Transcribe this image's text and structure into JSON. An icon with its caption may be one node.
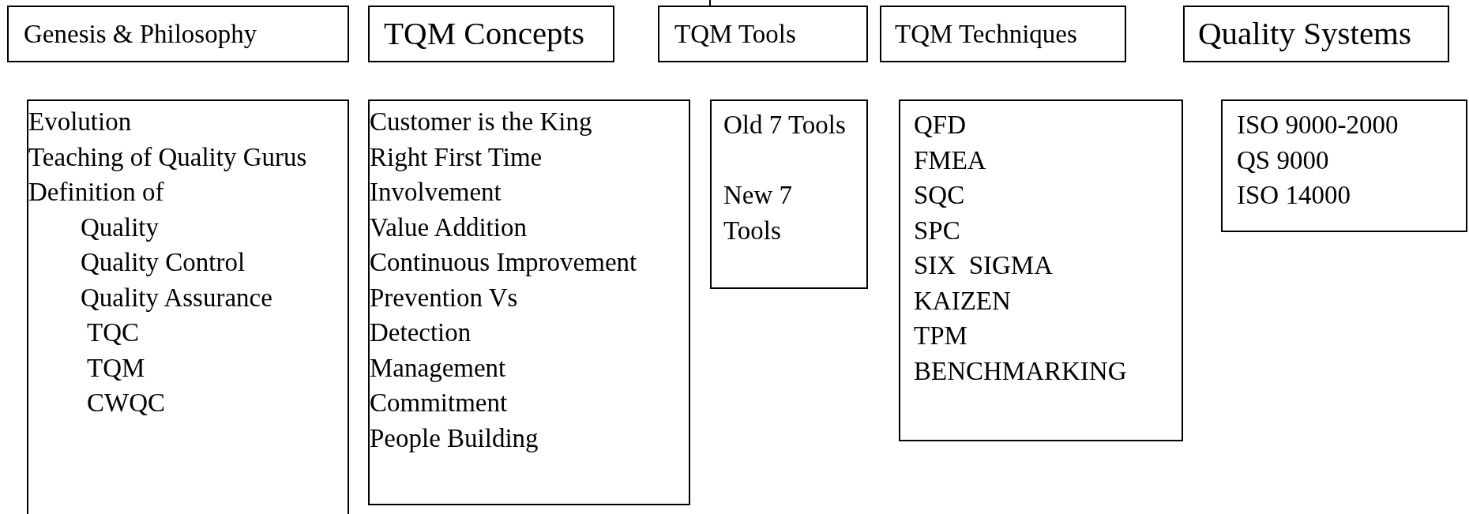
{
  "diagram": {
    "nodes": [
      {
        "text": [
          "Genesis & Philosophy"
        ]
      },
      {
        "text": [
          "TQM Concepts"
        ]
      },
      {
        "text": [
          "TQM Tools"
        ]
      },
      {
        "text": [
          "TQM Techniques"
        ]
      },
      {
        "text": [
          "Quality Systems"
        ]
      },
      {
        "text": [
          "Evolution",
          "Teaching of Quality Gurus",
          "Definition of",
          "Quality",
          "Quality Control",
          "Quality Assurance",
          "TQC",
          "TQM",
          "CWQC"
        ]
      },
      {
        "text": [
          "Customer is the King",
          "Right First Time",
          "Involvement",
          "Value Addition",
          "Continuous Improvement",
          "Prevention Vs",
          "Detection",
          "Management",
          "Commitment",
          "People Building"
        ]
      },
      {
        "text": [
          "Old 7 Tools",
          "New 7 Tools"
        ]
      },
      {
        "text": [
          "QFD",
          "FMEA",
          "SQC",
          "SPC",
          "SIX  SIGMA",
          "KAIZEN",
          "TPM",
          "BENCHMARKING"
        ]
      },
      {
        "text": [
          "ISO 9000-2000",
          "QS 9000",
          "ISO 14000"
        ]
      }
    ],
    "edges": [
      {
        "from": null,
        "to": 2,
        "arrow": "none"
      }
    ]
  }
}
